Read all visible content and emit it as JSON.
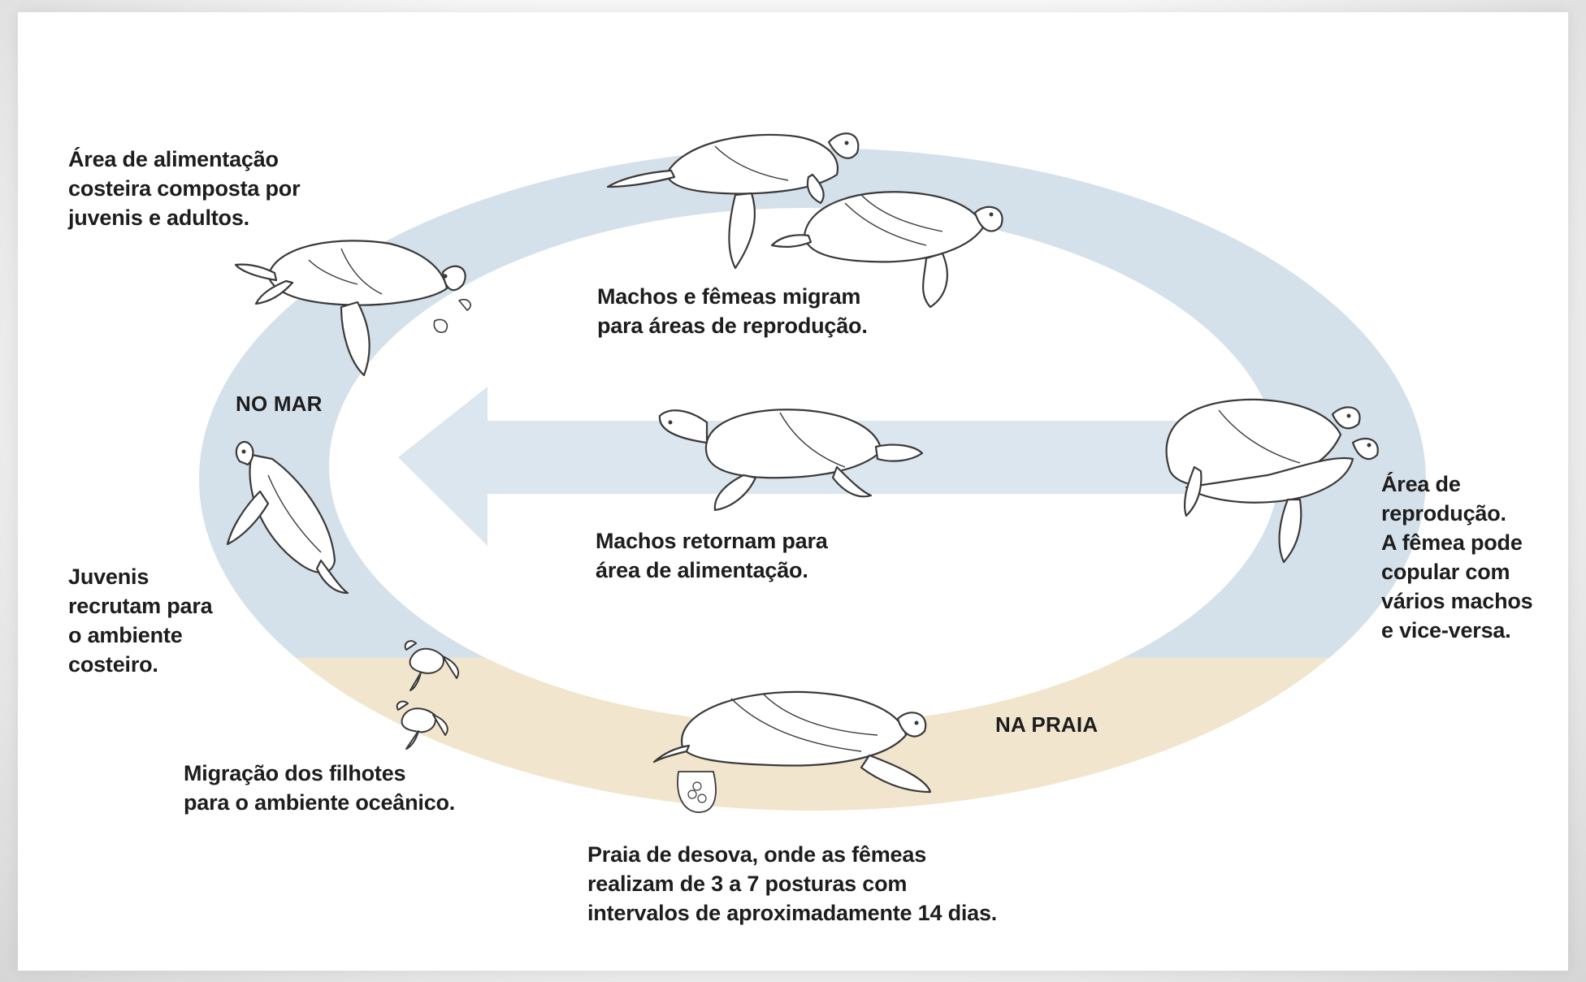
{
  "zones": {
    "sea": "NO MAR",
    "beach": "NA PRAIA"
  },
  "labels": {
    "feeding_area": [
      "Área de alimentação",
      "costeira composta por",
      "juvenis e adultos."
    ],
    "migrate_to_breeding": [
      "Machos e fêmeas migram",
      "para áreas de reprodução."
    ],
    "males_return": [
      "Machos retornam para",
      "área de alimentação."
    ],
    "breeding_area": [
      "Área de",
      "reprodução.",
      "A fêmea pode",
      "copular com",
      "vários machos",
      "e vice-versa."
    ],
    "juveniles_recruit": [
      "Juvenis",
      "recrutam para",
      "o ambiente",
      "costeiro."
    ],
    "hatchling_migration": [
      "Migração dos filhotes",
      "para o ambiente oceânico."
    ],
    "nesting_beach": [
      "Praia de desova, onde as fêmeas",
      "realizam de 3 a 7 posturas com",
      "intervalos de aproximadamente 14 dias."
    ]
  },
  "colors": {
    "sea": "#d5e1ea",
    "beach": "#f1e5cd",
    "arrow": "#dce6ee",
    "outline": "#3a3a3a",
    "text": "#1d1d1d"
  }
}
